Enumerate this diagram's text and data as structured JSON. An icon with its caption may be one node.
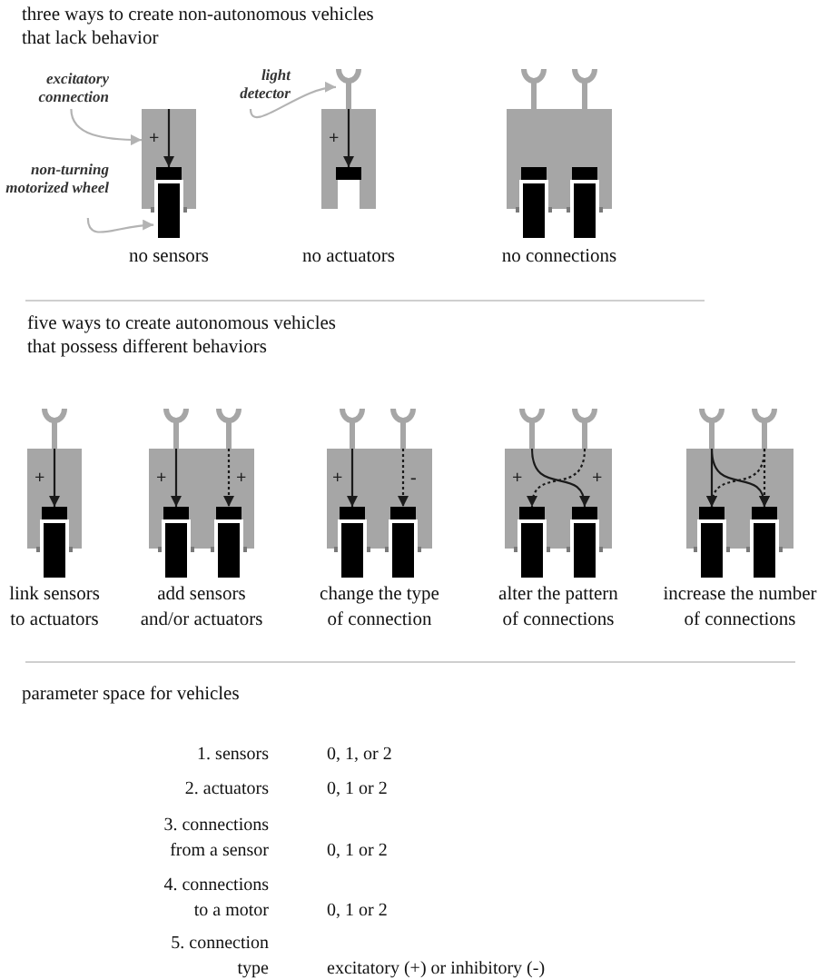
{
  "diagram": {
    "nodes": [
      {
        "text": [
          "excitatory connection"
        ]
      },
      {
        "text": [
          "light detector"
        ]
      },
      {
        "text": [
          "non-turning motorized wheel"
        ]
      },
      {
        "text": [],
        "shape": "box",
        "beside": [
          "no sensors"
        ]
      },
      {
        "text": [],
        "shape": "bar",
        "in": 3
      },
      {
        "text": [],
        "shape": "picture"
      },
      {
        "text": [],
        "shape": "box",
        "beside": [
          "no actuators"
        ]
      },
      {
        "text": [],
        "shape": "bar",
        "in": 6
      },
      {
        "text": [],
        "shape": "picture"
      },
      {
        "text": [],
        "shape": "picture"
      },
      {
        "text": [],
        "shape": "box",
        "beside": [
          "no connections"
        ]
      },
      {
        "text": [],
        "shape": "bar",
        "in": 10
      },
      {
        "text": [],
        "shape": "bar",
        "in": 10
      },
      {
        "text": [],
        "shape": "picture"
      },
      {
        "text": [],
        "shape": "box",
        "beside": [
          "link sensors to actuators"
        ]
      },
      {
        "text": [],
        "shape": "bar",
        "in": 14
      },
      {
        "text": [],
        "shape": "picture"
      },
      {
        "text": [],
        "shape": "picture"
      },
      {
        "text": [],
        "shape": "box",
        "beside": [
          "add sensors and/or actuators"
        ]
      },
      {
        "text": [],
        "shape": "bar",
        "in": 18
      },
      {
        "text": [],
        "shape": "bar",
        "in": 18
      },
      {
        "text": [],
        "shape": "picture"
      },
      {
        "text": [],
        "shape": "picture"
      },
      {
        "text": [],
        "shape": "box",
        "beside": [
          "change the type of connection"
        ]
      },
      {
        "text": [],
        "shape": "bar",
        "in": 23
      },
      {
        "text": [],
        "shape": "bar",
        "in": 23
      },
      {
        "text": [],
        "shape": "picture"
      },
      {
        "text": [],
        "shape": "picture"
      },
      {
        "text": [],
        "shape": "box",
        "beside": [
          "alter the pattern of connections"
        ]
      },
      {
        "text": [],
        "shape": "bar",
        "in": 28
      },
      {
        "text": [],
        "shape": "bar",
        "in": 28
      },
      {
        "text": [],
        "shape": "picture"
      },
      {
        "text": [],
        "shape": "picture"
      },
      {
        "text": [],
        "shape": "box",
        "beside": [
          "increase the number of connections"
        ]
      },
      {
        "text": [],
        "shape": "bar",
        "in": 33
      },
      {
        "text": [],
        "shape": "bar",
        "in": 33
      }
    ],
    "edges": [
      {
        "from": 0,
        "to": 3,
        "arrow": "to",
        "color": "#b3b3b3"
      },
      {
        "from": 1,
        "to": 5,
        "arrow": "to",
        "color": "#b3b3b3"
      },
      {
        "from": 2,
        "to": 3,
        "arrow": "to",
        "color": "#b3b3b3"
      },
      {
        "from": null,
        "to": 4,
        "arrow": "to",
        "label": "+"
      },
      {
        "from": 5,
        "to": 7,
        "arrow": "to",
        "label": "+"
      },
      {
        "from": 13,
        "to": 15,
        "arrow": "to",
        "label": "+"
      },
      {
        "from": 16,
        "to": 19,
        "arrow": "to",
        "label": "+"
      },
      {
        "from": 17,
        "to": 20,
        "arrow": "to",
        "label": "+",
        "style": "dashed"
      },
      {
        "from": 21,
        "to": 24,
        "arrow": "to",
        "label": "+"
      },
      {
        "from": 22,
        "to": 25,
        "arrow": "to",
        "label": "-",
        "style": "dashed"
      },
      {
        "from": 26,
        "to": 30,
        "arrow": "to",
        "label": "+"
      },
      {
        "from": 27,
        "to": 29,
        "arrow": "to",
        "label": "+",
        "style": "dashed"
      },
      {
        "from": 31,
        "to": 34,
        "arrow": "to"
      },
      {
        "from": 31,
        "to": 35,
        "arrow": "to"
      },
      {
        "from": 32,
        "to": 35,
        "arrow": "to",
        "style": "dashed"
      },
      {
        "from": 32,
        "to": 34,
        "arrow": "to",
        "style": "dashed"
      }
    ],
    "labels": [
      "three ways to create non-autonomous vehicles that lack behavior",
      "five ways to create autonomous vehicles that possess different behaviors",
      "parameter space for vehicles",
      "1. sensors",
      "0, 1, or 2",
      "2. actuators",
      "0, 1 or 2",
      "3. connections from a sensor",
      "0, 1 or 2",
      "4. connections to a motor",
      "0, 1 or 2",
      "5. connection type",
      "excitatory (+) or inhibitory (-)"
    ]
  }
}
